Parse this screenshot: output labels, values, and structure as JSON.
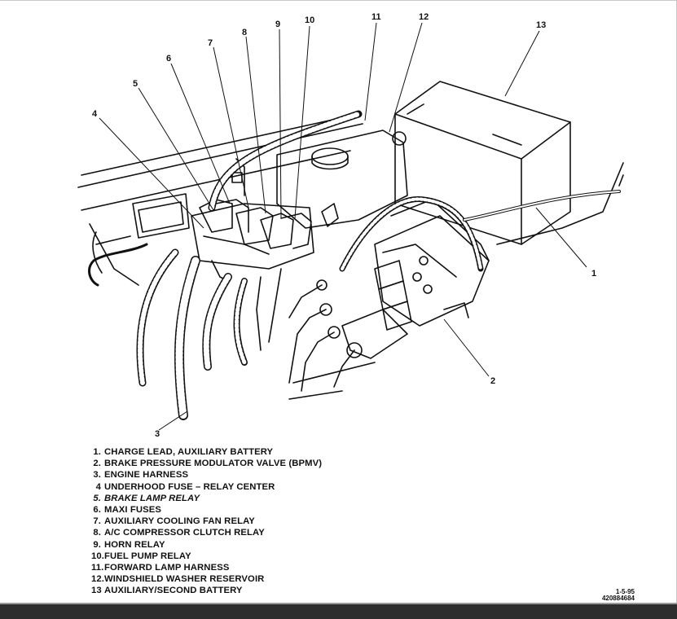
{
  "callouts": [
    "1",
    "2",
    "3",
    "4",
    "5",
    "6",
    "7",
    "8",
    "9",
    "10",
    "11",
    "12",
    "13"
  ],
  "legend": [
    {
      "num": "1.",
      "text": "CHARGE LEAD, AUXILIARY BATTERY"
    },
    {
      "num": "2.",
      "text": "BRAKE PRESSURE MODULATOR VALVE (BPMV)"
    },
    {
      "num": "3.",
      "text": "ENGINE HARNESS"
    },
    {
      "num": "4",
      "text": "UNDERHOOD FUSE  –  RELAY CENTER"
    },
    {
      "num": "5.",
      "text": "BRAKE LAMP RELAY"
    },
    {
      "num": "6.",
      "text": "MAXI FUSES"
    },
    {
      "num": "7.",
      "text": "AUXILIARY COOLING FAN RELAY"
    },
    {
      "num": "8.",
      "text": "A/C COMPRESSOR CLUTCH RELAY"
    },
    {
      "num": "9.",
      "text": "HORN RELAY"
    },
    {
      "num": "10.",
      "text": "FUEL PUMP RELAY"
    },
    {
      "num": "11.",
      "text": "FORWARD LAMP HARNESS"
    },
    {
      "num": "12.",
      "text": "WINDSHIELD WASHER RESERVOIR"
    },
    {
      "num": "13",
      "text": "AUXILIARY/SECOND BATTERY"
    }
  ],
  "figure_code": {
    "date": "1-5-95",
    "id": "420884684"
  }
}
